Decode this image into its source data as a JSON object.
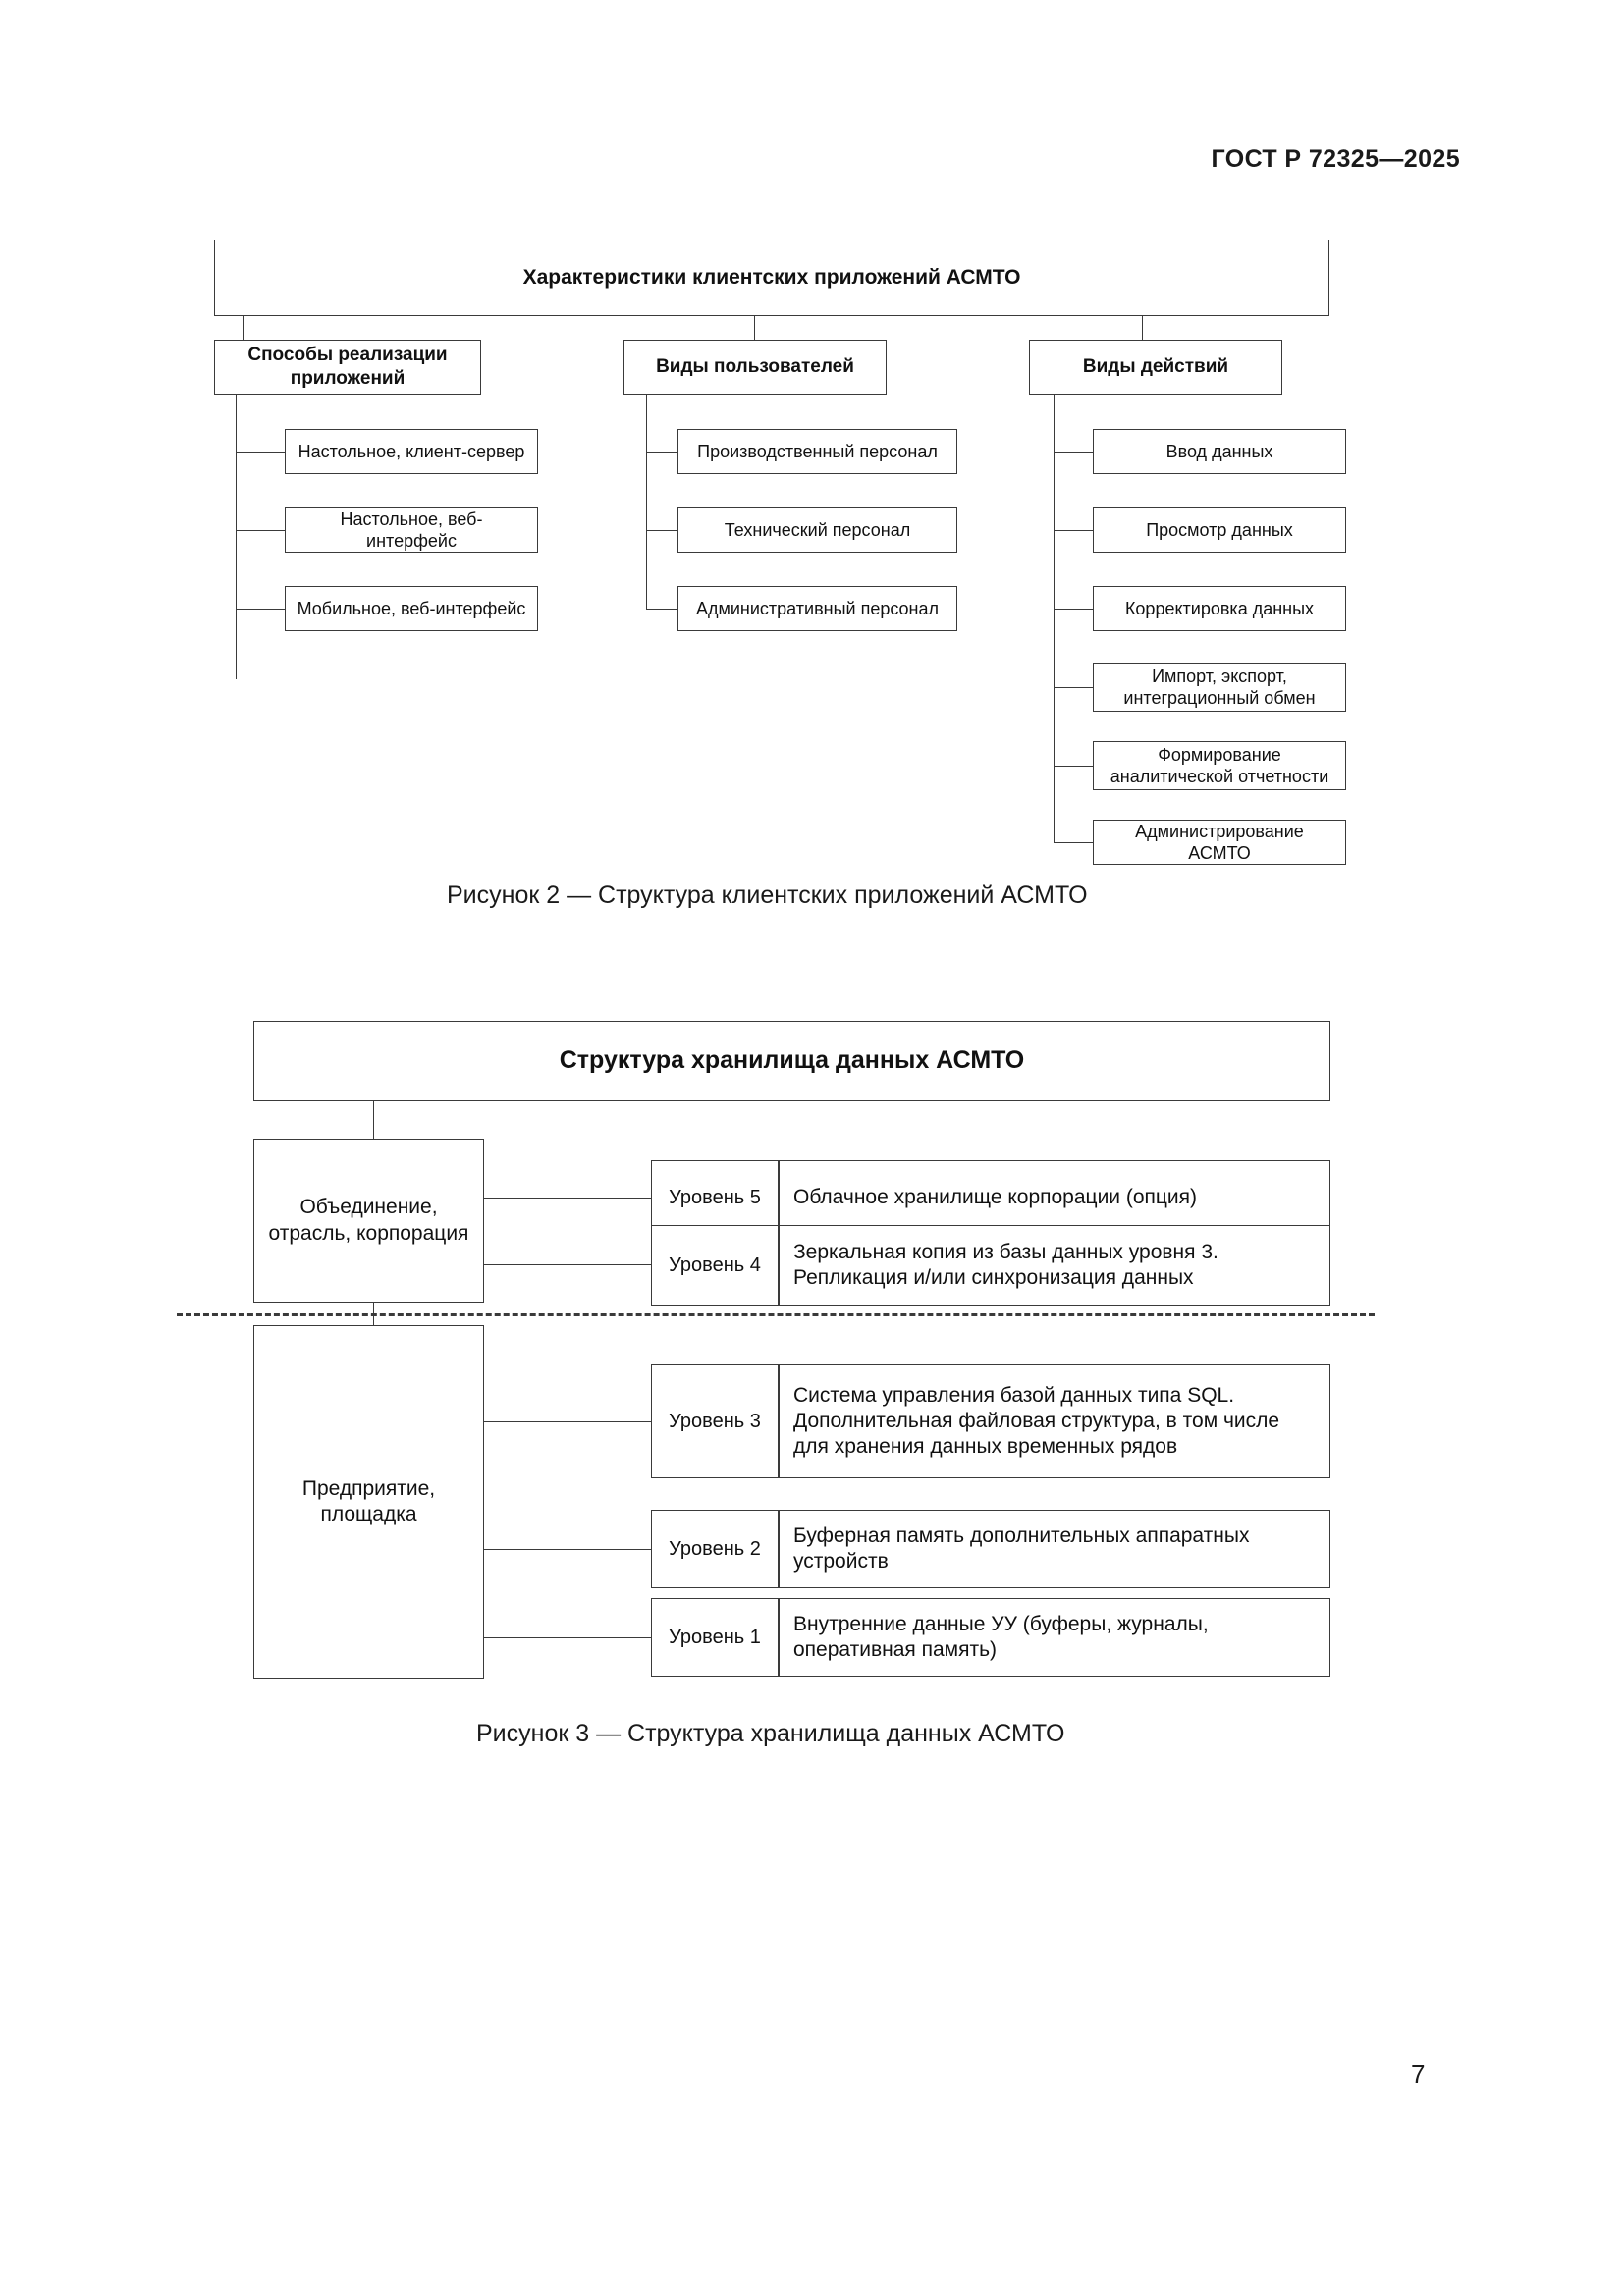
{
  "document": {
    "header": "ГОСТ Р 72325—2025",
    "page_number": "7"
  },
  "figure2": {
    "caption": "Рисунок 2 — Структура клиентских приложений АСМТО",
    "root": "Характеристики клиентских приложений АСМТО",
    "branches": [
      {
        "label": "Способы реализации приложений",
        "leaves": [
          "Настольное, клиент-сервер",
          "Настольное, веб-интерфейс",
          "Мобильное, веб-интерфейс"
        ]
      },
      {
        "label": "Виды пользователей",
        "leaves": [
          "Производственный персонал",
          "Технический персонал",
          "Административный персонал"
        ]
      },
      {
        "label": "Виды действий",
        "leaves": [
          "Ввод данных",
          "Просмотр данных",
          "Корректировка данных",
          "Импорт, экспорт, интеграционный обмен",
          "Формирование аналитической отчетности",
          "Администрирование АСМТО"
        ]
      }
    ]
  },
  "figure3": {
    "caption": "Рисунок 3 — Структура хранилища данных АСМТО",
    "root": "Структура хранилища данных АСМТО",
    "groups": [
      {
        "label": "Объединение, отрасль, корпорация"
      },
      {
        "label": "Предприятие, площадка"
      }
    ],
    "levels": [
      {
        "name": "Уровень 5",
        "description": "Облачное хранилище корпорации (опция)"
      },
      {
        "name": "Уровень 4",
        "description": "Зеркальная копия из базы данных уровня 3. Репликация и/или синхронизация данных"
      },
      {
        "name": "Уровень 3",
        "description": "Система управления базой данных типа SQL. Дополнительная файловая структура, в том числе для хранения данных временных рядов"
      },
      {
        "name": "Уровень 2",
        "description": "Буферная память дополнительных аппаратных устройств"
      },
      {
        "name": "Уровень 1",
        "description": "Внутренние данные УУ (буферы, журналы, оперативная память)"
      }
    ]
  }
}
